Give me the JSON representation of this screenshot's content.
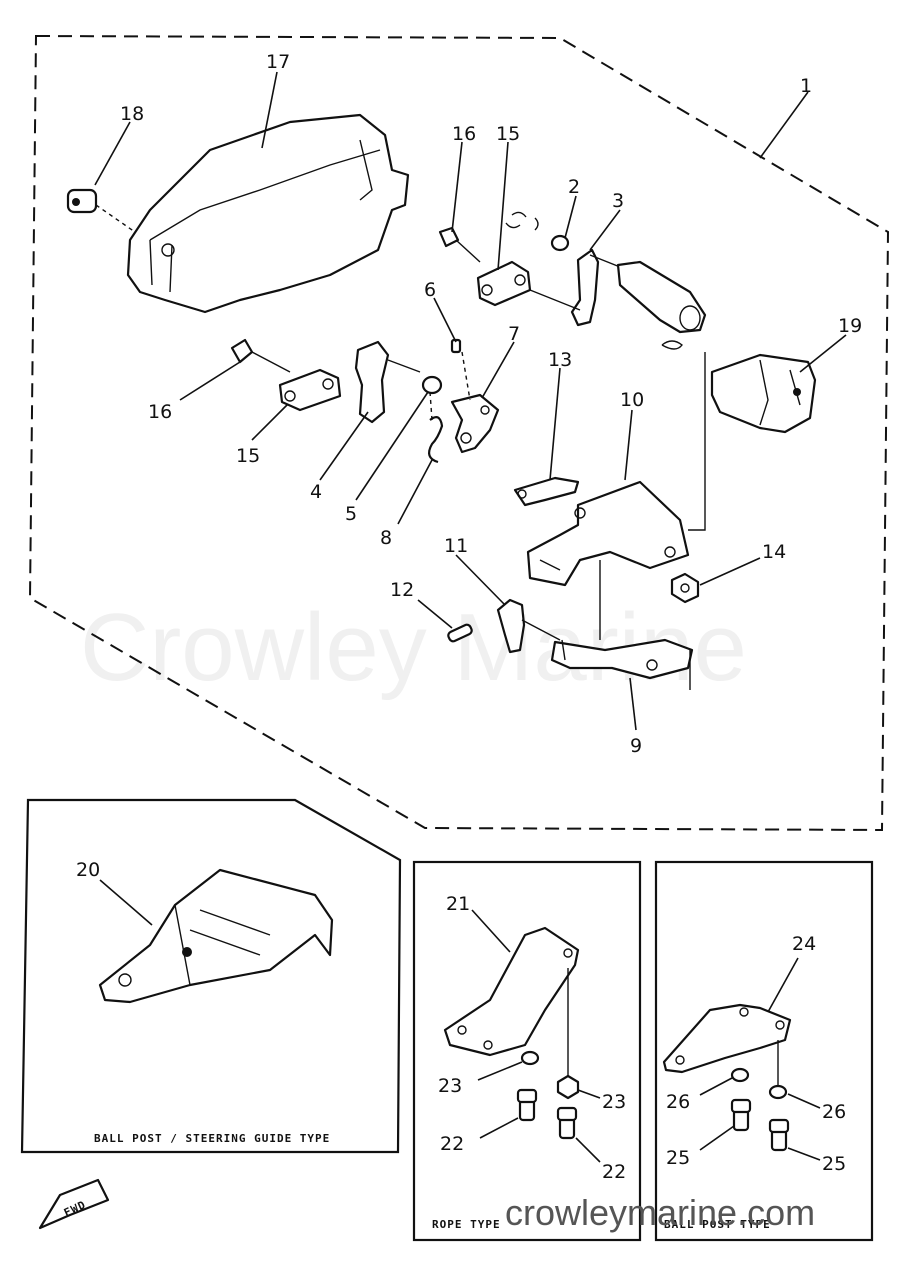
{
  "watermark": "Crowley Marine",
  "site_url": "crowleymarine.com",
  "callouts": {
    "c1": "1",
    "c2": "2",
    "c3": "3",
    "c4": "4",
    "c5": "5",
    "c6": "6",
    "c7": "7",
    "c8": "8",
    "c9": "9",
    "c10": "10",
    "c11": "11",
    "c12": "12",
    "c13": "13",
    "c14": "14",
    "c15a": "15",
    "c15b": "15",
    "c16a": "16",
    "c16b": "16",
    "c17": "17",
    "c18": "18",
    "c19": "19",
    "c20": "20",
    "c21": "21",
    "c22a": "22",
    "c22b": "22",
    "c23a": "23",
    "c23b": "23",
    "c24": "24",
    "c25a": "25",
    "c25b": "25",
    "c26a": "26",
    "c26b": "26"
  },
  "captions": {
    "ball_post_steering": "BALL POST / STEERING GUIDE TYPE",
    "rope": "ROPE TYPE",
    "ball_post": "BALL POST TYPE"
  },
  "fwd_label": "FWD"
}
